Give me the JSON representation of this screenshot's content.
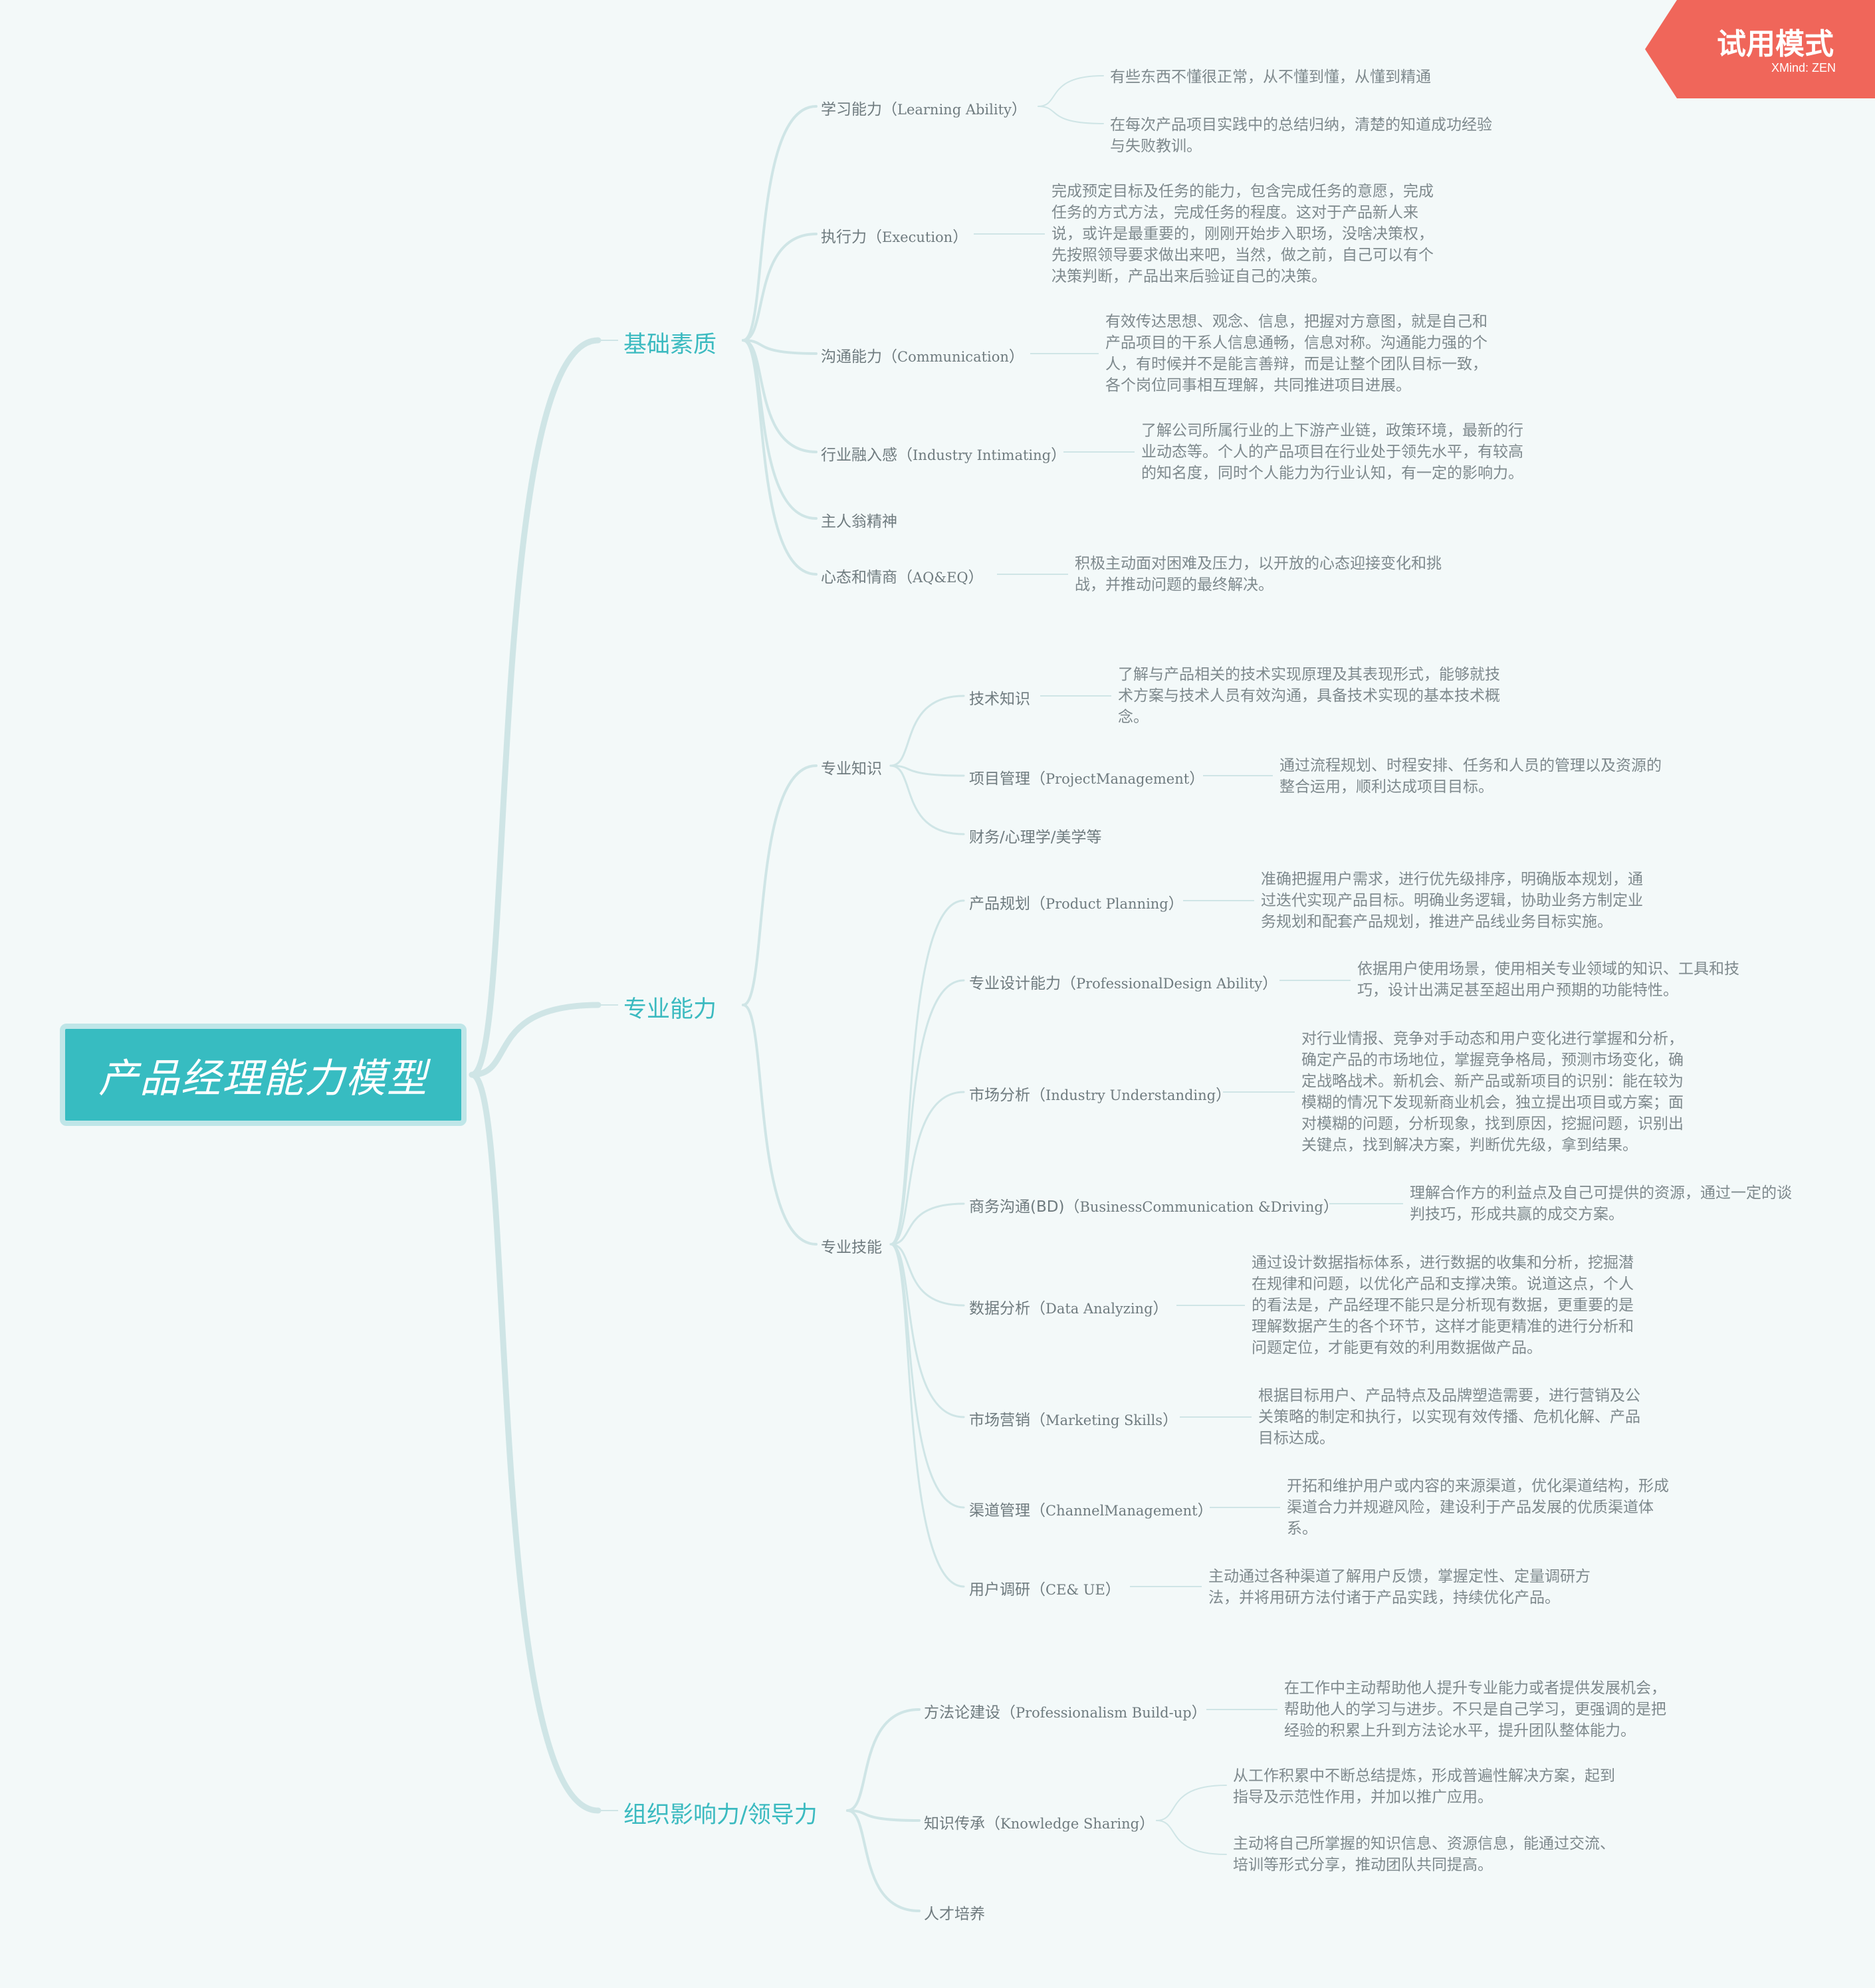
{
  "badge": {
    "title": "试用模式",
    "brand": "XMind: ZEN"
  },
  "root": "产品经理能力模型",
  "branches": {
    "jichu": {
      "label": "基础素质",
      "learning": {
        "label": "学习能力（",
        "en": "Learning Ability",
        "close": "）",
        "notes": [
          "有些东西不懂很正常，从不懂到懂，从懂到精通",
          "在每次产品项目实践中的总结归纳，清楚的知道成功经验\n与失败教训。"
        ]
      },
      "execution": {
        "label": "执行力（",
        "en": "Execution",
        "close": "）",
        "note": "完成预定目标及任务的能力，包含完成任务的意愿，完成\n任务的方式方法，完成任务的程度。这对于产品新人来\n说，或许是最重要的，刚刚开始步入职场，没啥决策权，\n先按照领导要求做出来吧，当然，做之前，自己可以有个\n决策判断，产品出来后验证自己的决策。"
      },
      "communication": {
        "label": "沟通能力（",
        "en": "Communication",
        "close": "）",
        "note": "有效传达思想、观念、信息，把握对方意图，就是自己和\n产品项目的干系人信息通畅，信息对称。沟通能力强的个\n人，有时候并不是能言善辩，而是让整个团队目标一致，\n各个岗位同事相互理解，共同推进项目进展。"
      },
      "industry": {
        "label": "行业融入感（",
        "en": "Industry Intimating",
        "close": "）",
        "note": "了解公司所属行业的上下游产业链，政策环境，最新的行\n业动态等。个人的产品项目在行业处于领先水平，有较高\n的知名度，同时个人能力为行业认知，有一定的影响力。"
      },
      "owner": {
        "label": "主人翁精神"
      },
      "aqeq": {
        "label": "心态和情商（",
        "en": "AQ&EQ",
        "close": "）",
        "note": "积极主动面对困难及压力，以开放的心态迎接变化和挑\n战，并推动问题的最终解决。"
      }
    },
    "zhuanye": {
      "label": "专业能力",
      "knowledge": {
        "label": "专业知识",
        "tech": {
          "label": "技术知识",
          "note": "了解与产品相关的技术实现原理及其表现形式，能够就技\n术方案与技术人员有效沟通，具备技术实现的基本技术概\n念。"
        },
        "pm": {
          "label": "项目管理（",
          "en": "ProjectManagement",
          "close": "）",
          "note": "通过流程规划、时程安排、任务和人员的管理以及资源的\n整合运用，顺利达成项目目标。"
        },
        "misc": {
          "label": "财务/心理学/美学等"
        }
      },
      "skills": {
        "label": "专业技能",
        "planning": {
          "label": "产品规划（",
          "en": "Product Planning",
          "close": "）",
          "note": "准确把握用户需求，进行优先级排序，明确版本规划，通\n过迭代实现产品目标。明确业务逻辑，协助业务方制定业\n务规划和配套产品规划，推进产品线业务目标实施。"
        },
        "design": {
          "label": "专业设计能力（",
          "en": "ProfessionalDesign Ability",
          "close": "）",
          "note": "依据用户使用场景，使用相关专业领域的知识、工具和技\n巧，设计出满足甚至超出用户预期的功能特性。"
        },
        "market": {
          "label": "市场分析（",
          "en": "Industry Understanding",
          "close": "）",
          "note": "对行业情报、竞争对手动态和用户变化进行掌握和分析，\n确定产品的市场地位，掌握竞争格局，预测市场变化，确\n定战略战术。新机会、新产品或新项目的识别：能在较为\n模糊的情况下发现新商业机会，独立提出项目或方案；面\n对模糊的问题，分析现象，找到原因，挖掘问题，识别出\n关键点，找到解决方案，判断优先级，拿到结果。"
        },
        "bd": {
          "label": "商务沟通(BD)（",
          "en": "BusinessCommunication &Driving",
          "close": "）",
          "note": "理解合作方的利益点及自己可提供的资源，通过一定的谈\n判技巧，形成共赢的成交方案。"
        },
        "data": {
          "label": "数据分析（",
          "en": "Data Analyzing",
          "close": "）",
          "note": "通过设计数据指标体系，进行数据的收集和分析，挖掘潜\n在规律和问题，以优化产品和支撑决策。说道这点，个人\n的看法是，产品经理不能只是分析现有数据，更重要的是\n理解数据产生的各个环节，这样才能更精准的进行分析和\n问题定位，才能更有效的利用数据做产品。"
        },
        "marketing": {
          "label": "市场营销（",
          "en": "Marketing Skills",
          "close": "）",
          "note": "根据目标用户、产品特点及品牌塑造需要，进行营销及公\n关策略的制定和执行，以实现有效传播、危机化解、产品\n目标达成。"
        },
        "channel": {
          "label": "渠道管理（",
          "en": "ChannelManagement",
          "close": "）",
          "note": "开拓和维护用户或内容的来源渠道，优化渠道结构，形成\n渠道合力并规避风险，建设利于产品发展的优质渠道体\n系。"
        },
        "research": {
          "label": "用户调研（",
          "en": "CE& UE",
          "close": "）",
          "note": "主动通过各种渠道了解用户反馈，掌握定性、定量调研方\n法，并将用研方法付诸于产品实践，持续优化产品。"
        }
      }
    },
    "zuzhi": {
      "label": "组织影响力/领导力",
      "method": {
        "label": "方法论建设（",
        "en": "Professionalism Build-up",
        "close": "）",
        "note": "在工作中主动帮助他人提升专业能力或者提供发展机会，\n帮助他人的学习与进步。不只是自己学习，更强调的是把\n经验的积累上升到方法论水平，提升团队整体能力。"
      },
      "sharing": {
        "label": "知识传承（",
        "en": "Knowledge Sharing",
        "close": "）",
        "notes": [
          "从工作积累中不断总结提炼，形成普遍性解决方案，起到\n指导及示范性作用，并加以推广应用。",
          "主动将自己所掌握的知识信息、资源信息，能通过交流、\n培训等形式分享，推动团队共同提高。"
        ]
      },
      "talent": {
        "label": "人才培养"
      }
    }
  },
  "colors": {
    "line": "#cfe5e6",
    "accent": "#37bcc1",
    "badge": "#f0665a"
  }
}
